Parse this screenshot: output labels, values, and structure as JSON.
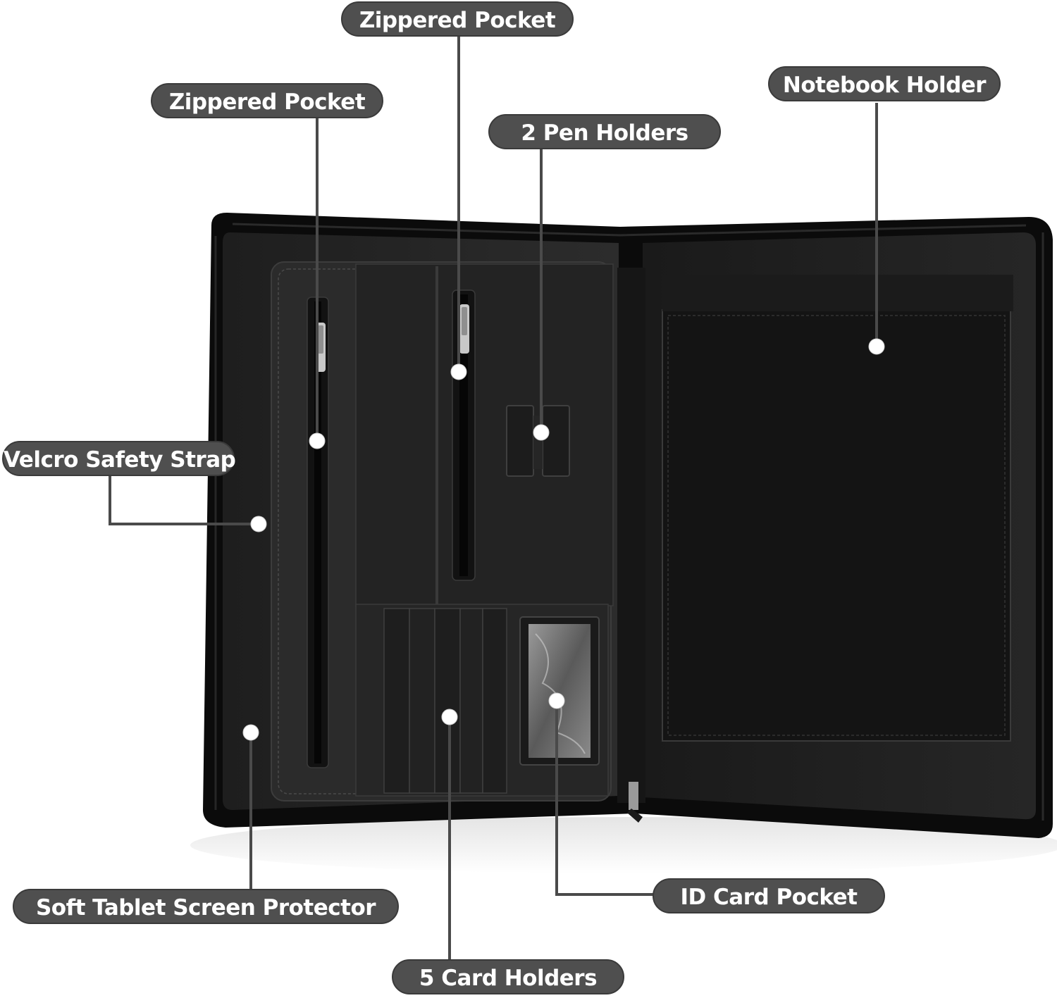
{
  "callouts": {
    "zippered_pocket_top": "Zippered Pocket",
    "zippered_pocket_left": "Zippered Pocket",
    "notebook_holder": "Notebook Holder",
    "pen_holders": "2 Pen Holders",
    "velcro_strap": "Velcro Safety Strap",
    "soft_tablet_protector": "Soft Tablet Screen Protector",
    "id_card_pocket": "ID Card Pocket",
    "card_holders": "5 Card Holders"
  },
  "colors": {
    "label_background": "#4f4f4f",
    "label_text": "#ffffff",
    "leader_line": "#4a4a4a",
    "marker_dot": "#ffffff",
    "product_body": "#141414"
  },
  "product": "black zippered padfolio organizer, open"
}
